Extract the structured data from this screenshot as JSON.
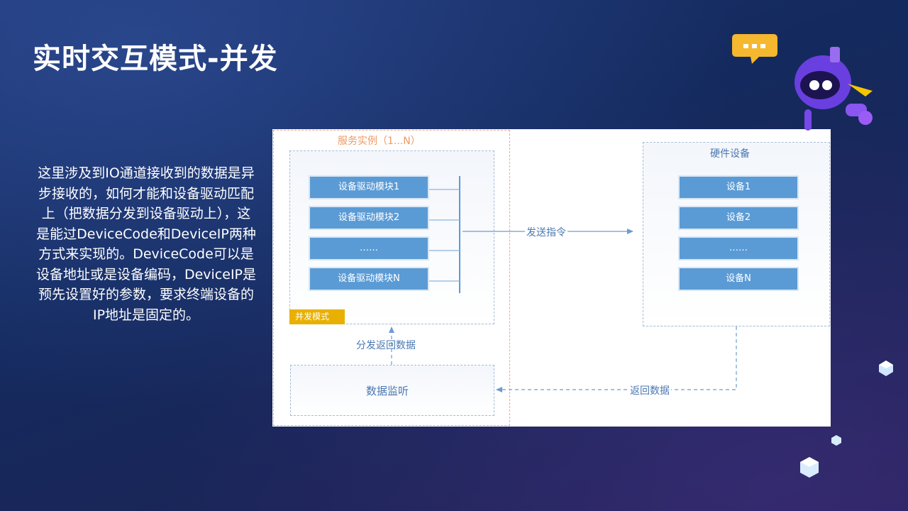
{
  "slide": {
    "title": "实时交互模式-并发",
    "description": "这里涉及到IO通道接收到的数据是异步接收的，如何才能和设备驱动匹配上（把数据分发到设备驱动上），这是能过DeviceCode和DeviceIP两种方式来实现的。DeviceCode可以是设备地址或是设备编码，DeviceIP是预先设置好的参数，要求终端设备的IP地址是固定的。"
  },
  "diagram": {
    "service_label": "服务实例（1...N）",
    "modules": [
      "设备驱动模块1",
      "设备驱动模块2",
      "……",
      "设备驱动模块N"
    ],
    "concurrent_badge": "并发模式",
    "send_label": "发送指令",
    "hardware_label": "硬件设备",
    "devices": [
      "设备1",
      "设备2",
      "……",
      "设备N"
    ],
    "dispatch_label": "分发返回数据",
    "listen_label": "数据监听",
    "return_label": "返回数据"
  },
  "colors": {
    "module_blue": "#5b9bd5",
    "label_blue": "#4a78b3",
    "service_orange": "#ef9a63",
    "badge_yellow": "#e8b000"
  }
}
